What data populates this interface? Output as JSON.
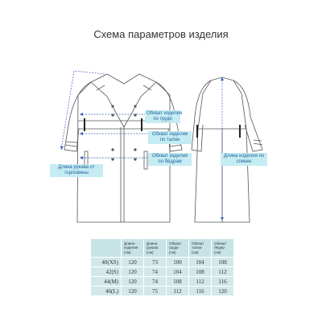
{
  "title": "Схема параметров изделия",
  "callouts": {
    "chest": [
      "Обхват изделия",
      "по груди"
    ],
    "waist": [
      "Обхват изделия",
      "по талии"
    ],
    "hips": [
      "Обхват изделия",
      "по бёдрам"
    ],
    "sleeve": [
      "Длина рукава от",
      "горловины"
    ],
    "back_length": [
      "Длина изделия по",
      "спинке"
    ]
  },
  "colors": {
    "callout_bg": "#c5ecf2",
    "callout_text": "#1f5f9e",
    "measure_line": "#3b5fb3",
    "garment_outline": "#555555",
    "table_cell": "#d3e8ea"
  },
  "table": {
    "headers": [
      "",
      [
        "Длина",
        "изделия",
        "(см)"
      ],
      [
        "Длина",
        "рукава",
        "(см)"
      ],
      [
        "Обхват",
        "груди",
        "(см)"
      ],
      [
        "Обхват",
        "талии",
        "(см)"
      ],
      [
        "Обхват",
        "бёдер",
        "(см)"
      ]
    ],
    "rows": [
      [
        "40(XS)",
        "120",
        "73",
        "100",
        "104",
        "108"
      ],
      [
        "42(S)",
        "120",
        "74",
        "104",
        "108",
        "112"
      ],
      [
        "44(M)",
        "120",
        "74",
        "108",
        "112",
        "116"
      ],
      [
        "46(L)",
        "120",
        "75",
        "112",
        "116",
        "120"
      ]
    ]
  }
}
